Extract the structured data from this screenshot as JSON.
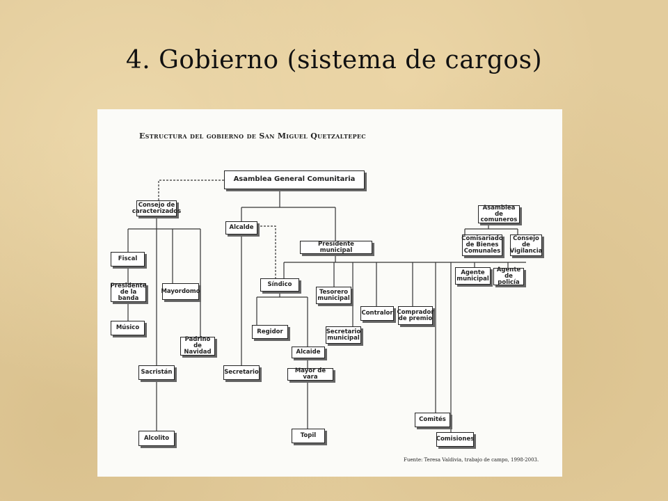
{
  "slide": {
    "title": "4. Gobierno (sistema de cargos)"
  },
  "diagram": {
    "title": "Estructura del gobierno de San Miguel Quetzaltepec",
    "nodes": {
      "asamblea_general": "Asamblea General Comunitaria",
      "consejo_caracterizados": "Consejo de\ncaracterizados",
      "alcalde": "Alcalde",
      "presidente_municipal": "Presidente municipal",
      "asamblea_comuneros": "Asamblea de\ncomuneros",
      "comisariado": "Comisariado\nde Bienes\nComunales",
      "consejo_vigilancia": "Consejo\nde Vigilancia",
      "fiscal": "Fiscal",
      "presidente_banda": "Presidente\nde la banda",
      "musico": "Músico",
      "mayordomo": "Mayordomo",
      "padrino_navidad": "Padrino de\nNavidad",
      "sacristan": "Sacristán",
      "alcolito": "Alcolito",
      "secretario": "Secretario",
      "sindico": "Síndico",
      "regidor": "Regidor",
      "alcaide": "Alcaide",
      "mayor_vara": "Mayor de vara",
      "topil": "Topil",
      "tesorero": "Tesorero\nmunicipal",
      "secretario_municipal": "Secretario\nmunicipal",
      "contralor": "Contralor",
      "comprador_premio": "Comprador\nde premio",
      "comites": "Comités",
      "comisiones": "Comisiones",
      "agente_municipal": "Agente\nmunicipal",
      "agente_policia": "Agente\nde policía"
    },
    "source": "Fuente: Teresa Valdivia, trabajo de campo, 1998-2003."
  }
}
